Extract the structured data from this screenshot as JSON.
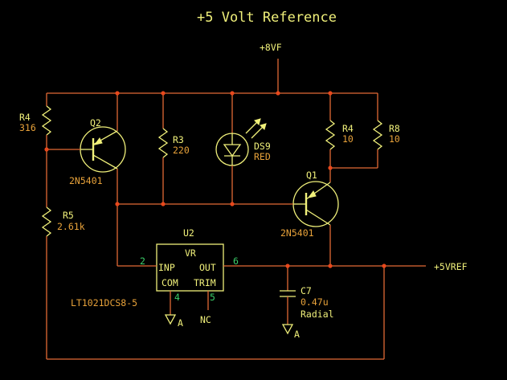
{
  "title": "+5 Volt Reference",
  "nets": {
    "supply": "+8VF",
    "output": "+5VREF"
  },
  "components": {
    "r4_left": {
      "ref": "R4",
      "value": "316"
    },
    "q2": {
      "ref": "Q2",
      "value": "2N5401"
    },
    "r3": {
      "ref": "R3",
      "value": "220"
    },
    "ds9": {
      "ref": "DS9",
      "value": "RED"
    },
    "r4_right": {
      "ref": "R4",
      "value": "10"
    },
    "r8": {
      "ref": "R8",
      "value": "10"
    },
    "q1": {
      "ref": "Q1",
      "value": "2N5401"
    },
    "r5": {
      "ref": "R5",
      "value": "2.61k"
    },
    "u2": {
      "ref": "U2",
      "name": "VR",
      "part": "LT1021DCS8-5",
      "pin_inp": "INP",
      "pin_out": "OUT",
      "pin_com": "COM",
      "pin_trim": "TRIM",
      "pin2": "2",
      "pin6": "6",
      "pin4": "4",
      "pin5": "5",
      "nc": "NC"
    },
    "c7": {
      "ref": "C7",
      "value": "0.47u",
      "package": "Radial"
    }
  },
  "grounds": {
    "u2_gnd": "A",
    "c7_gnd": "A"
  },
  "colors": {
    "background": "#000000",
    "wire": "#e26a35",
    "part": "#f0f07a",
    "value": "#e8a23a",
    "pin": "#3bcf6a",
    "junction": "#e8481c"
  }
}
